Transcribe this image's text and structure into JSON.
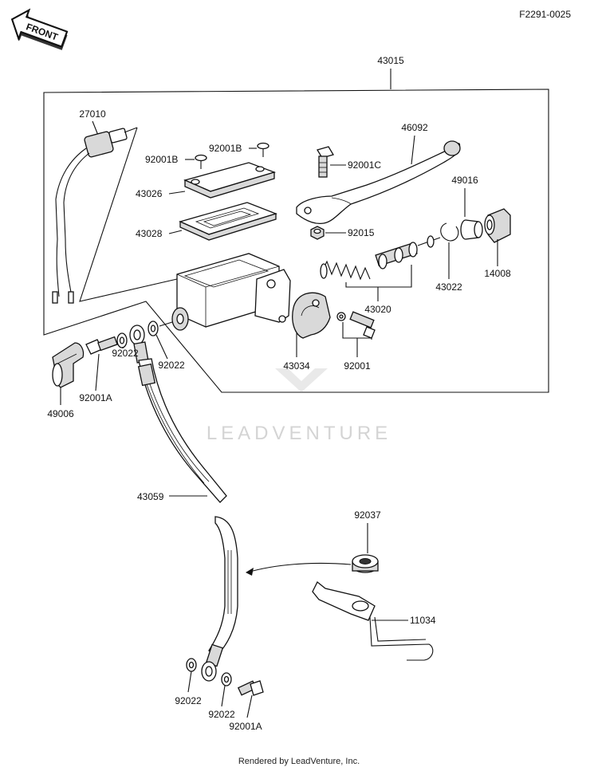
{
  "diagram_code": "F2291-0025",
  "front_label": "FRONT",
  "watermark": "LEADVENTURE",
  "footer": "Rendered by LeadVenture, Inc.",
  "assembly_label": "43015",
  "part_labels": {
    "p27010": "27010",
    "p92001b_left": "92001B",
    "p92001b_right": "92001B",
    "p43026": "43026",
    "p43028": "43028",
    "p92001c": "92001C",
    "p46092": "46092",
    "p92015": "92015",
    "p49016": "49016",
    "p14008": "14008",
    "p43022": "43022",
    "p43020": "43020",
    "p43034": "43034",
    "p92001": "92001",
    "p92022_a": "92022",
    "p92022_b": "92022",
    "p92001a_top": "92001A",
    "p49006": "49006",
    "p43059": "43059",
    "p92037": "92037",
    "p11034": "11034",
    "p92022_c": "92022",
    "p92022_d": "92022",
    "p92001a_bottom": "92001A"
  }
}
